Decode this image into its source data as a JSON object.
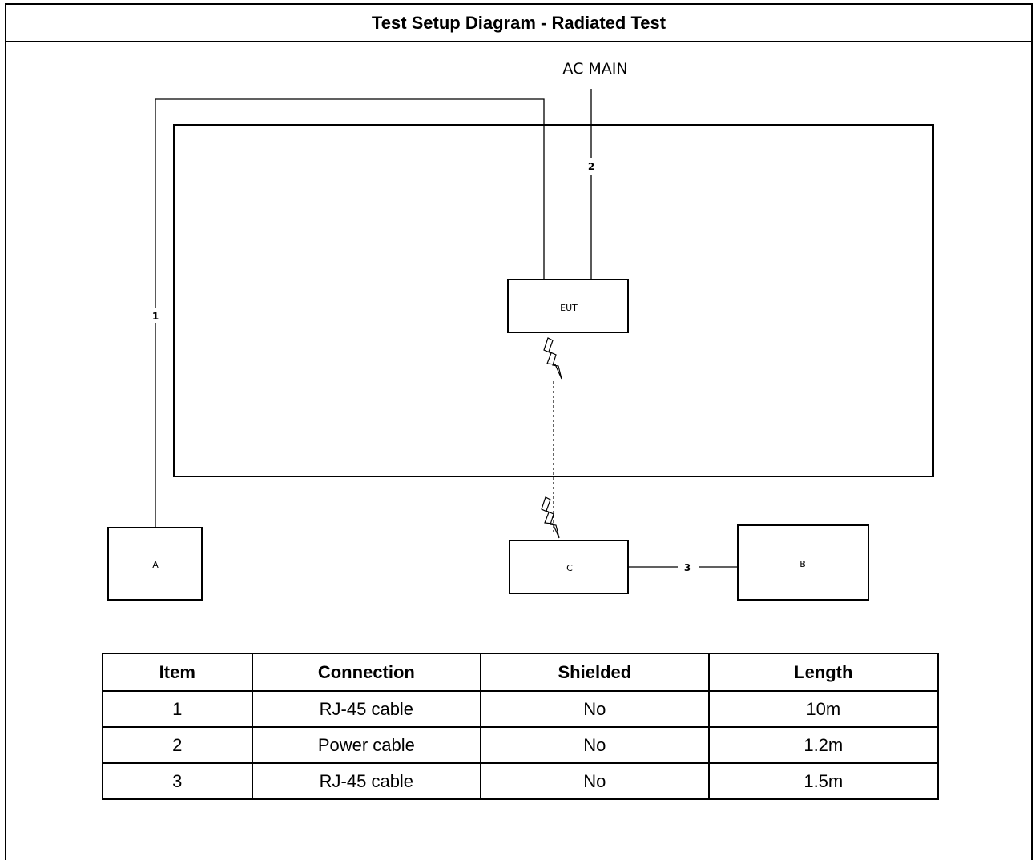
{
  "title": "Test Setup Diagram - Radiated Test",
  "diagram": {
    "ac_main_label": "AC MAIN",
    "eut_label": "EUT",
    "box_a_label": "A",
    "box_b_label": "B",
    "box_c_label": "C",
    "cable_1_label": "1",
    "cable_2_label": "2",
    "cable_3_label": "3"
  },
  "table": {
    "headers": [
      "Item",
      "Connection",
      "Shielded",
      "Length"
    ],
    "rows": [
      [
        "1",
        "RJ-45 cable",
        "No",
        "10m"
      ],
      [
        "2",
        "Power cable",
        "No",
        "1.2m"
      ],
      [
        "3",
        "RJ-45 cable",
        "No",
        "1.5m"
      ]
    ]
  }
}
